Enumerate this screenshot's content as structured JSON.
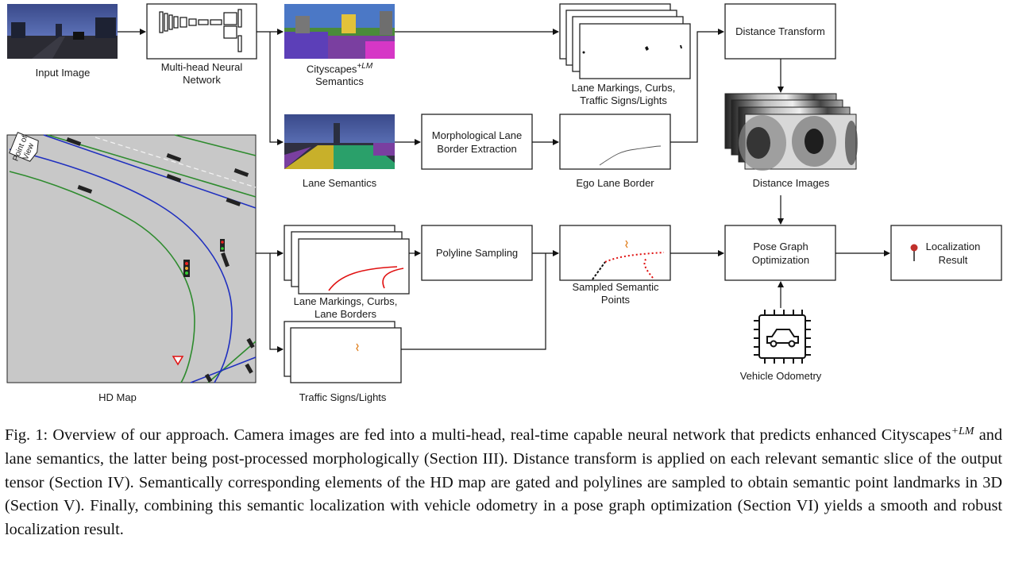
{
  "labels": {
    "input_image": "Input Image",
    "network": "Multi-head Neural Network",
    "cityscapes": "Cityscapes",
    "cityscapes_sup": "+LM",
    "cityscapes_line2": "Semantics",
    "lane_semantics": "Lane Semantics",
    "lane_markings_top": "Lane Markings, Curbs, Traffic Signs/Lights",
    "ego_lane_border": "Ego Lane Border",
    "distance_images": "Distance Images",
    "hd_map": "HD Map",
    "lane_markings_mid": "Lane Markings, Curbs, Lane Borders",
    "traffic_signs": "Traffic Signs/Lights",
    "sampled_points": "Sampled Semantic Points",
    "vehicle_odometry": "Vehicle Odometry",
    "point_of_view": "Point of View"
  },
  "boxes": {
    "distance_transform": "Distance Transform",
    "morphological": "Morphological Lane Border Extraction",
    "polyline_sampling": "Polyline Sampling",
    "pose_graph": "Pose Graph Optimization",
    "localization_result": "Localization Result"
  },
  "caption": {
    "part1": "Fig. 1: Overview of our approach. Camera images are fed into a multi-head, real-time capable neural network that predicts enhanced Cityscapes",
    "sup": "+LM",
    "part2": " and lane semantics, the latter being post-processed morphologically (Section III). Distance transform is applied on each relevant semantic slice of the output tensor (Section IV). Semantically corresponding elements of the HD map are gated and polylines are sampled to obtain semantic point landmarks in 3D (Section V). Finally, combining this semantic localization with vehicle odometry in a pose graph optimization (Section VI) yields a smooth and robust localization result."
  },
  "colors": {
    "map_bg": "#c8c8c8",
    "lane_green": "#2e8b2e",
    "lane_blue": "#1f2fbf",
    "lane_red": "#e01010",
    "road_purple": "#7a3fa0",
    "pin_red": "#c0302b"
  },
  "icons": [
    "arrow-icon",
    "map-pin-icon",
    "chip-car-icon"
  ]
}
